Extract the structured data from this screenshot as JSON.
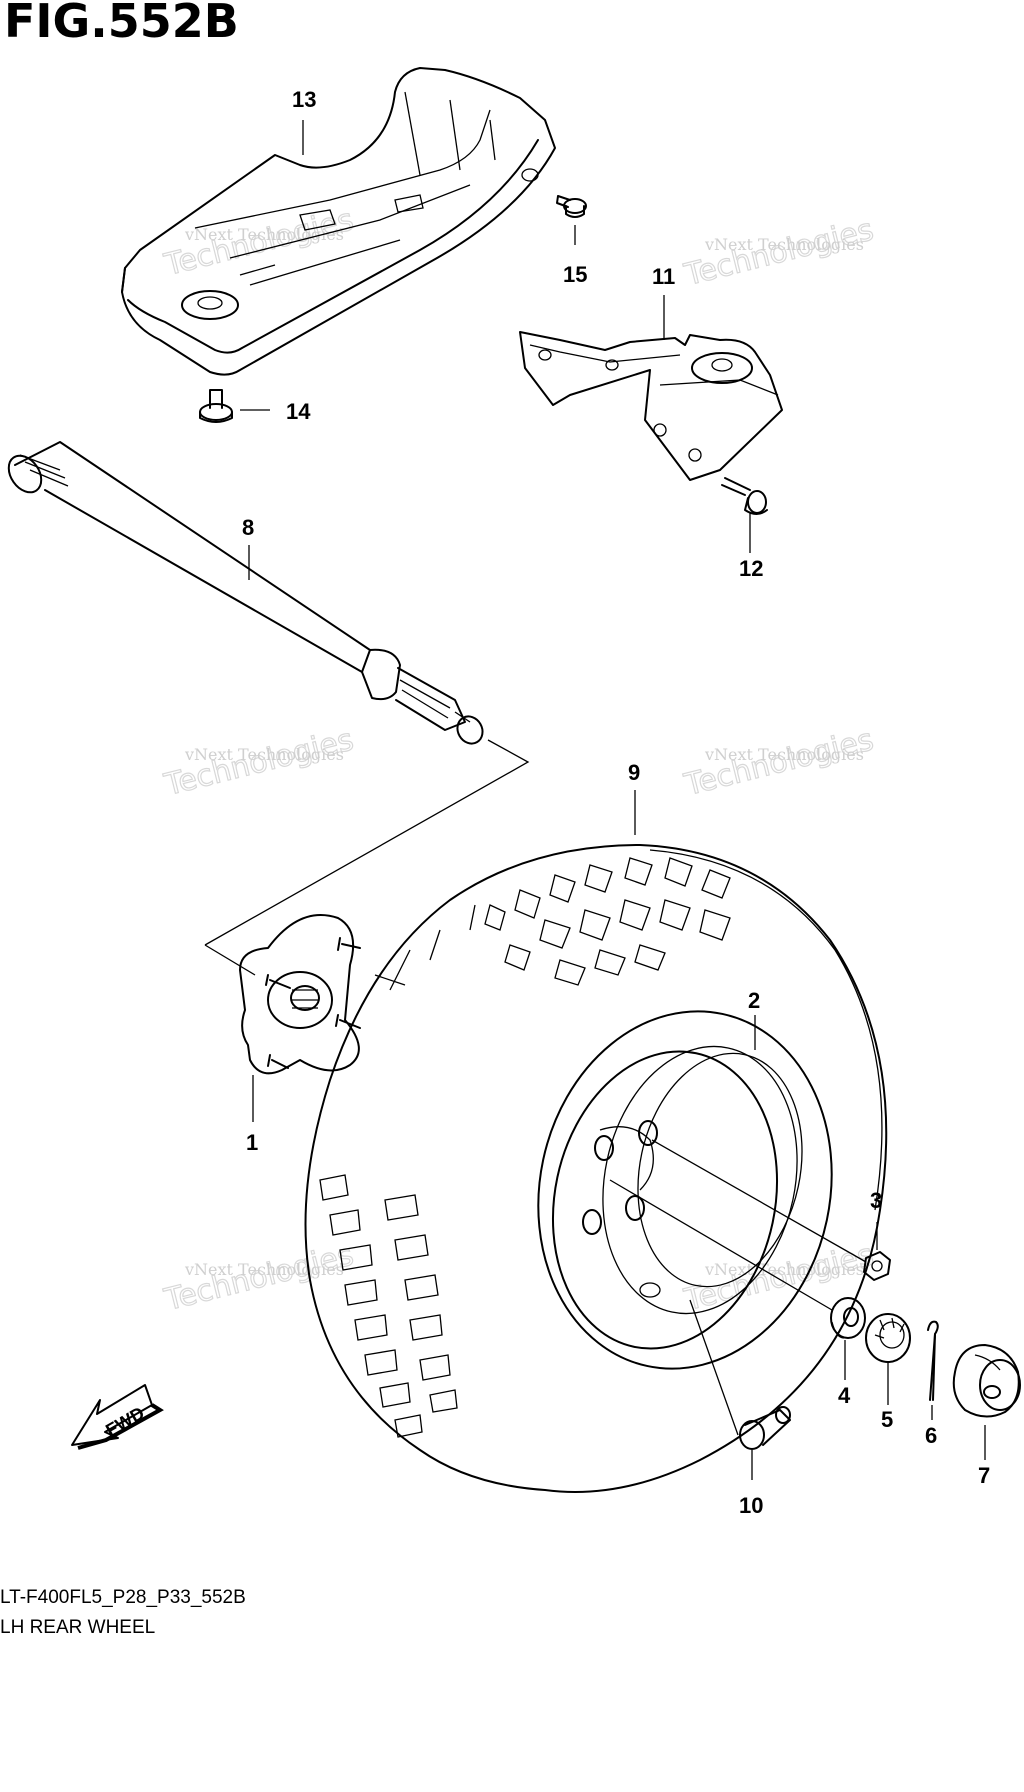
{
  "title": "FIG.552B",
  "model_code": "LT-F400FL5_P28_P33_552B",
  "caption": "LH REAR WHEEL",
  "fwd_label": "FWD",
  "watermark": {
    "line1": "vNext Technologies",
    "line2": "Technologies",
    "line3": "vNext"
  },
  "parts": [
    {
      "id": "1",
      "label": "1"
    },
    {
      "id": "2",
      "label": "2"
    },
    {
      "id": "3",
      "label": "3"
    },
    {
      "id": "4",
      "label": "4"
    },
    {
      "id": "5",
      "label": "5"
    },
    {
      "id": "6",
      "label": "6"
    },
    {
      "id": "7",
      "label": "7"
    },
    {
      "id": "8",
      "label": "8"
    },
    {
      "id": "9",
      "label": "9"
    },
    {
      "id": "10",
      "label": "10"
    },
    {
      "id": "11",
      "label": "11"
    },
    {
      "id": "12",
      "label": "12"
    },
    {
      "id": "13",
      "label": "13"
    },
    {
      "id": "14",
      "label": "14"
    },
    {
      "id": "15",
      "label": "15"
    }
  ]
}
